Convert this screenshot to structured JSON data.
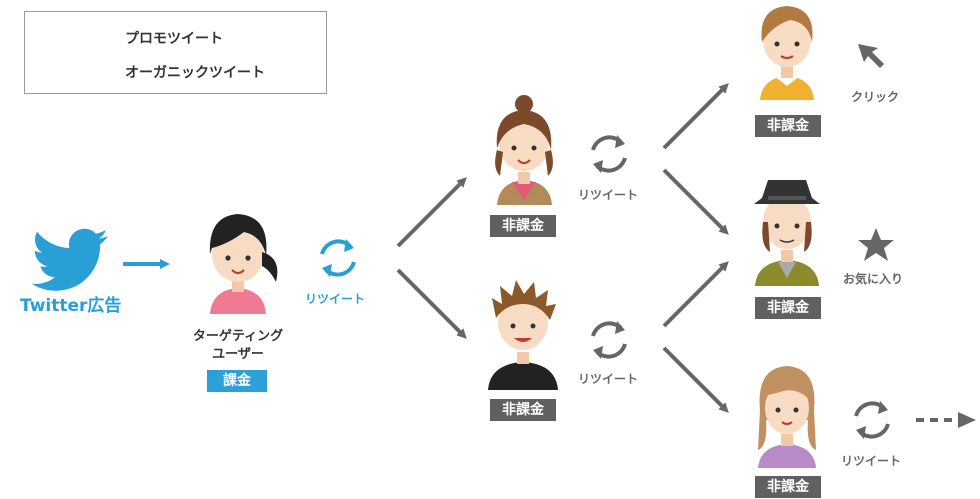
{
  "legend": {
    "promo_label": "プロモツイート",
    "organic_label": "オーガニックツイート",
    "promo_color": "#2a9fd6",
    "organic_color": "#666666"
  },
  "nodes": {
    "ad": {
      "label": "Twitter広告",
      "icon": "twitter-bird-icon"
    },
    "target": {
      "label_line1": "ターゲティング",
      "label_line2": "ユーザー",
      "badge": "課金"
    },
    "user_top": {
      "badge": "非課金"
    },
    "user_bottom": {
      "badge": "非課金"
    },
    "user_r1": {
      "badge": "非課金"
    },
    "user_r2": {
      "badge": "非課金"
    },
    "user_r3": {
      "badge": "非課金"
    }
  },
  "actions": {
    "retweet_target": "リツイート",
    "retweet_top": "リツイート",
    "retweet_bottom": "リツイート",
    "retweet_r3": "リツイート",
    "click": "クリック",
    "favorite": "お気に入り"
  }
}
